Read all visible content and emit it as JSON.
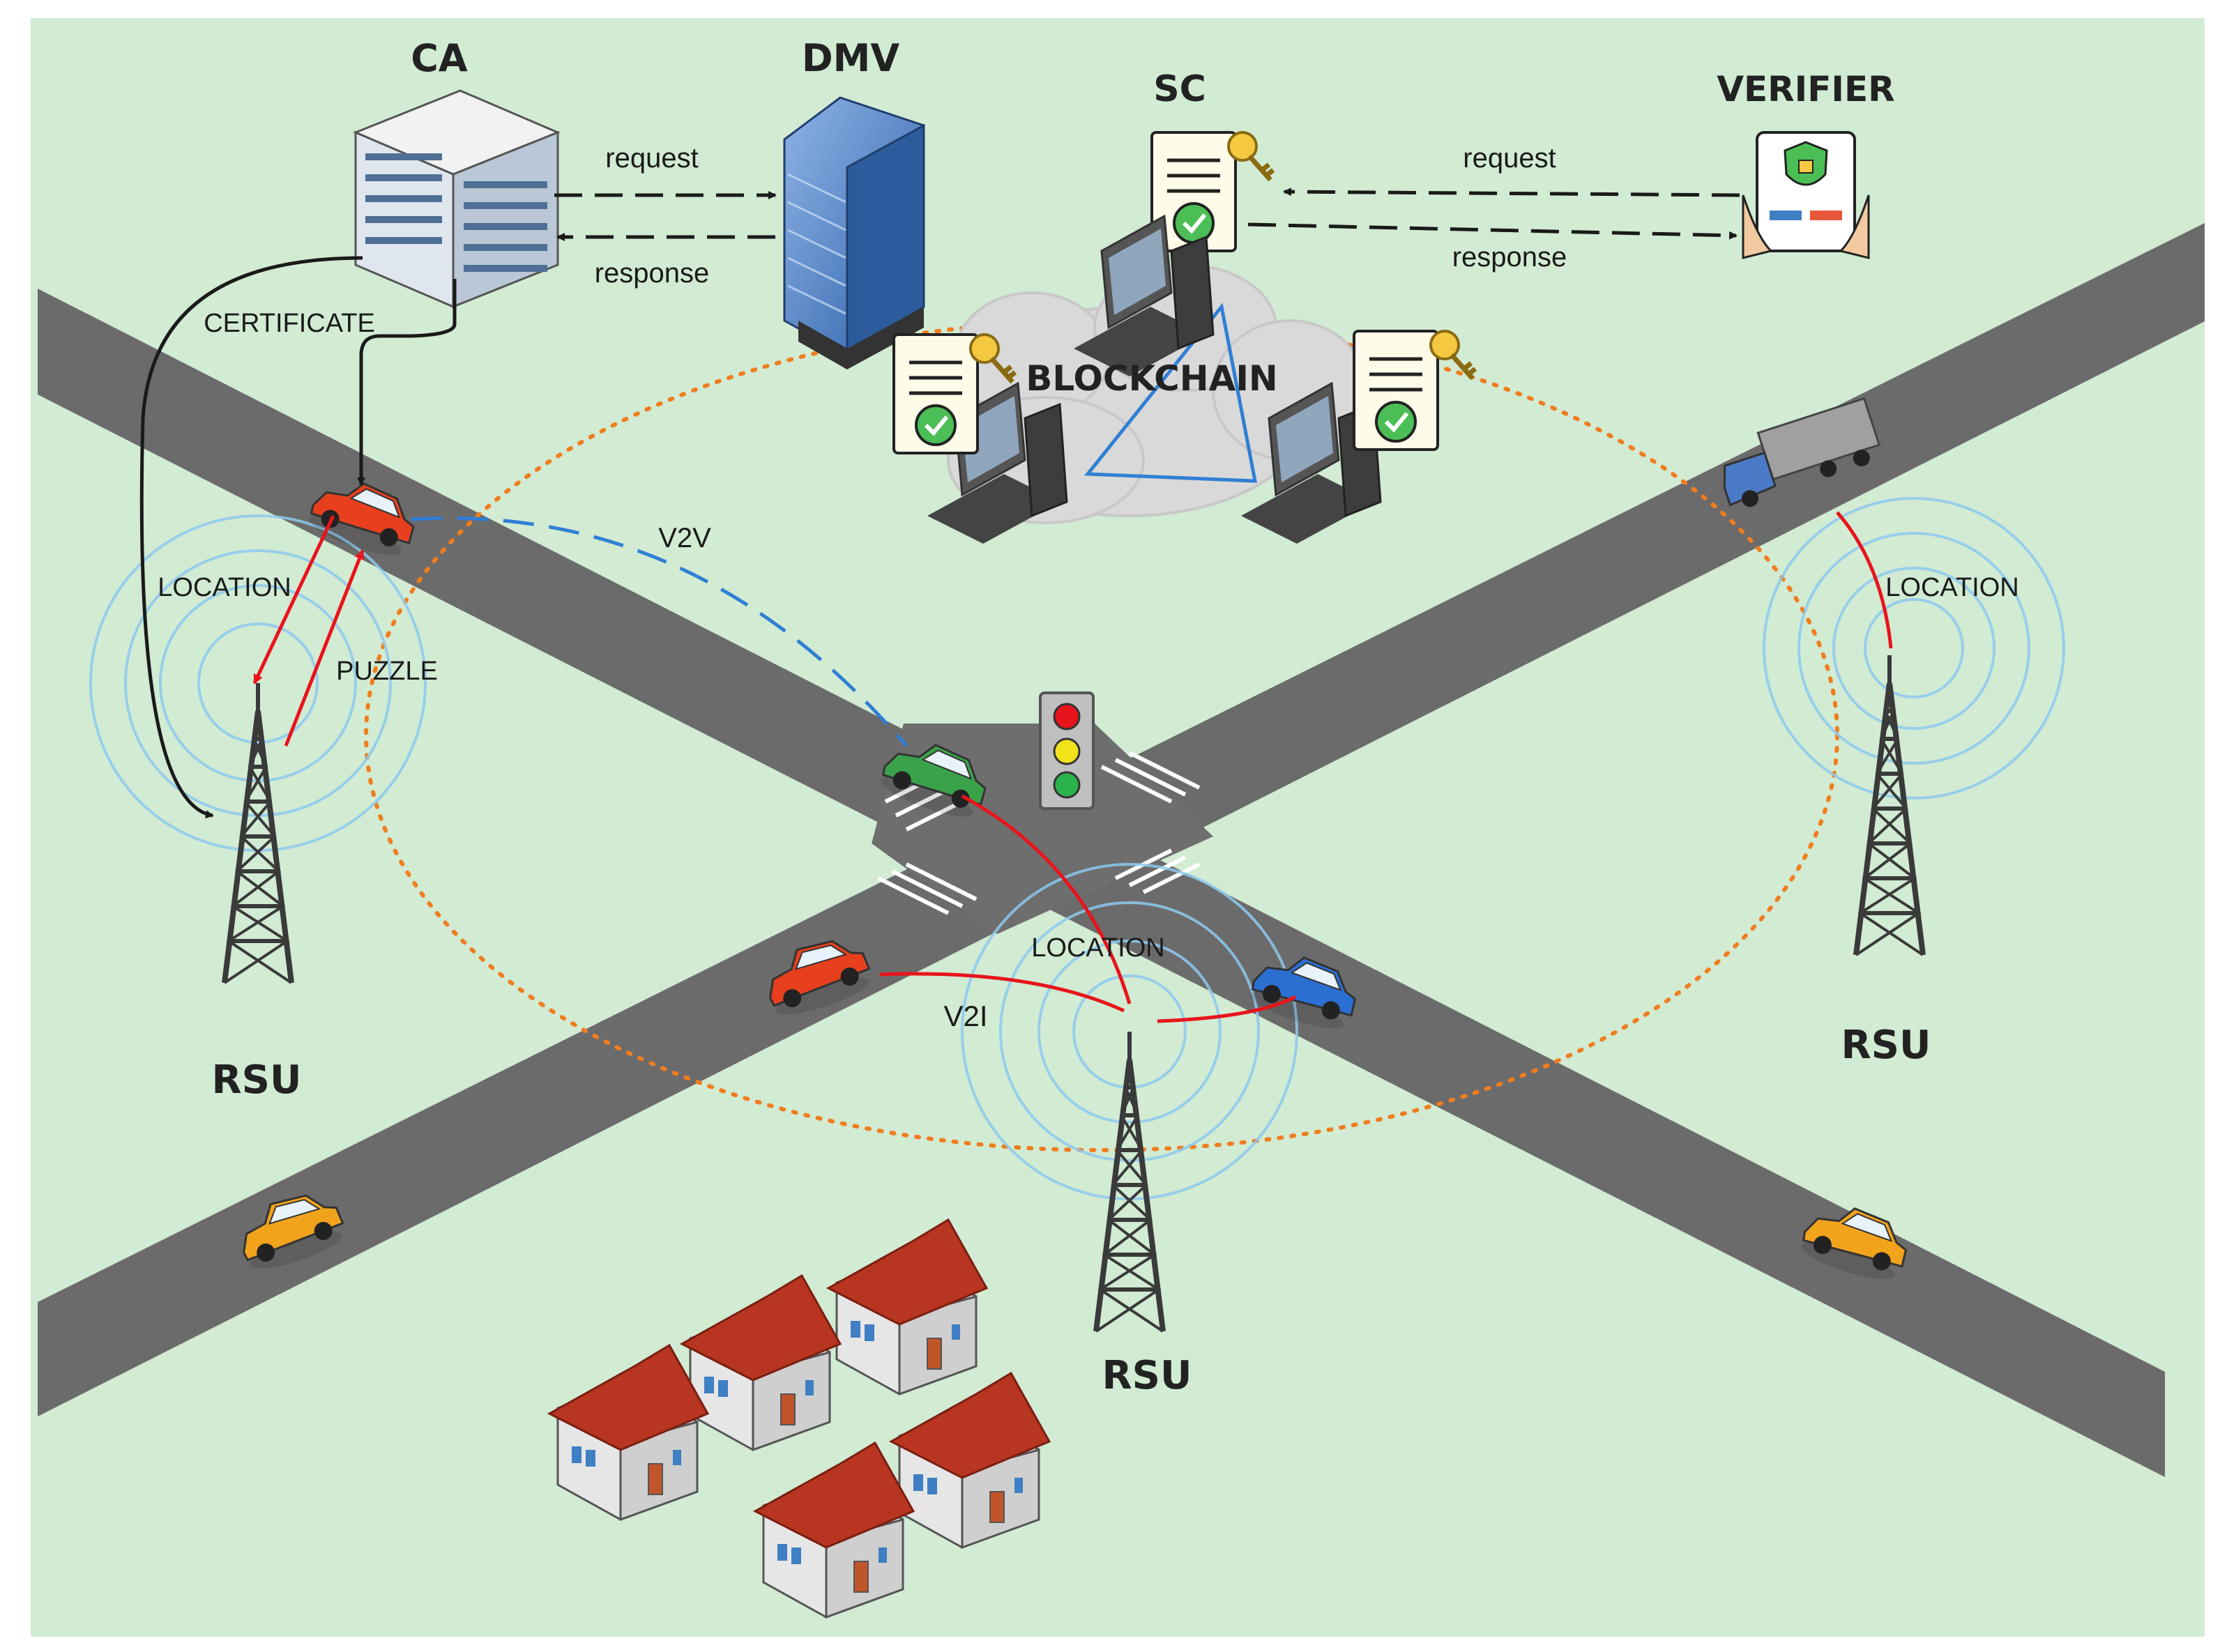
{
  "title_labels": {
    "ca": "CA",
    "dmv": "DMV",
    "sc": "SC",
    "verifier": "VERIFIER",
    "blockchain": "BLOCKCHAIN"
  },
  "flows": {
    "ca_dmv_request": "request",
    "ca_dmv_response": "response",
    "sc_verifier_request": "request",
    "sc_verifier_response": "response",
    "certificate": "CERTIFICATE",
    "v2v": "V2V",
    "v2i": "V2I",
    "puzzle": "PUZZLE"
  },
  "rsu": {
    "left_label": "RSU",
    "left_location": "LOCATION",
    "center_label": "RSU",
    "center_location": "LOCATION",
    "right_label": "RSU",
    "right_location": "LOCATION"
  },
  "colors": {
    "ground": "#d2ebd3",
    "road": "#6b6b6b",
    "red_link": "#e8141b",
    "blue_link": "#2f7fd4",
    "orange_zone": "#f07d1e",
    "black_arrow": "#1a1a1a"
  },
  "icons": [
    "office-building-icon",
    "tower-building-icon",
    "smart-contract-icon",
    "verifier-document-icon",
    "desktop-computer-icon",
    "cloud-icon",
    "radio-tower-icon",
    "traffic-light-icon",
    "car-icon",
    "truck-icon",
    "house-icon"
  ]
}
